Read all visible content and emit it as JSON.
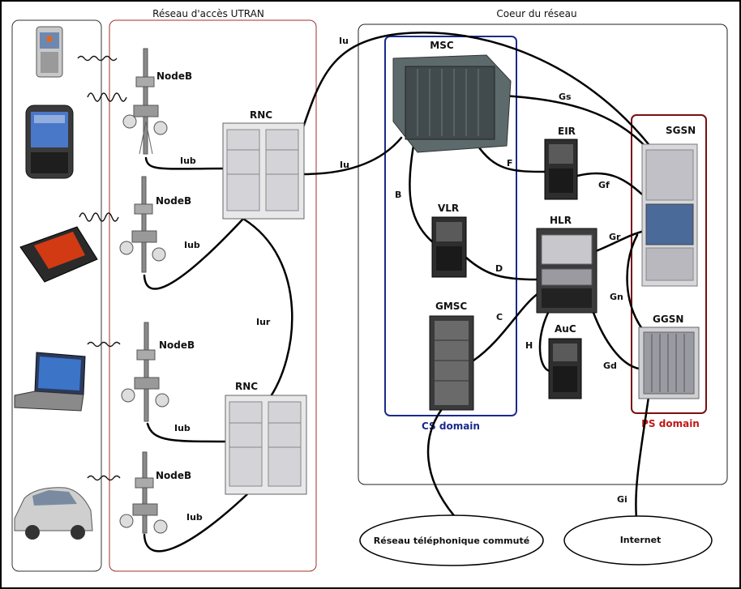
{
  "diagram": {
    "utran_title": "Réseau d'accès UTRAN",
    "core_title": "Coeur du réseau",
    "cs_domain": "CS domain",
    "ps_domain": "PS domain",
    "external": {
      "pstn": "Réseau téléphonique commuté",
      "internet": "Internet"
    },
    "nodes": {
      "nodeb": [
        "NodeB",
        "NodeB",
        "NodeB",
        "NodeB"
      ],
      "rnc": [
        "RNC",
        "RNC"
      ],
      "msc": "MSC",
      "eir": "EIR",
      "vlr": "VLR",
      "hlr": "HLR",
      "gmsc": "GMSC",
      "auc": "AuC",
      "sgsn": "SGSN",
      "ggsn": "GGSN"
    },
    "interfaces": {
      "iub1": "Iub",
      "iub2": "Iub",
      "iub3": "Iub",
      "iub4": "Iub",
      "iu_top": "Iu",
      "iu_mid": "Iu",
      "iur": "Iur",
      "gs": "Gs",
      "f": "F",
      "gf": "Gf",
      "b": "B",
      "d": "D",
      "gr": "Gr",
      "c": "C",
      "h": "H",
      "gn": "Gn",
      "gd": "Gd",
      "gi": "Gi"
    }
  },
  "colors": {
    "utran_border": "#a0302a",
    "core_border": "#222222",
    "cs_border": "#1a2a8c",
    "ps_border": "#7a1010"
  }
}
